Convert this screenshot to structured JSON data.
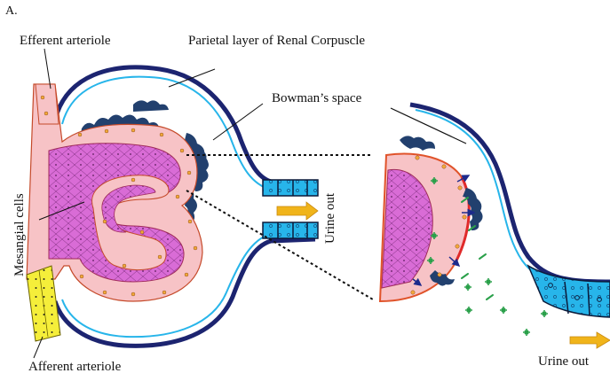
{
  "panel_label": "A.",
  "labels": {
    "efferent": "Efferent arteriole",
    "parietal": "Parietal layer of Renal Corpuscle",
    "bowman": "Bowman’s space",
    "mesangial": "Mesangial cells",
    "urine_center": "Urine out",
    "urine_right": "Urine out",
    "afferent": "Afferent arteriole"
  },
  "colors": {
    "capillary_pink": "#f7c3c6",
    "mesangial_magenta": "#d96cd6",
    "endothelium_orange": "#f2a83a",
    "capsule_navy": "#1c2470",
    "tubule_cyan": "#27b5ea",
    "podocyte_blue": "#22406e",
    "afferent_yellow": "#f5ee3a",
    "arrow_gold": "#f0b41a",
    "filtrate_green": "#2aa04a"
  }
}
